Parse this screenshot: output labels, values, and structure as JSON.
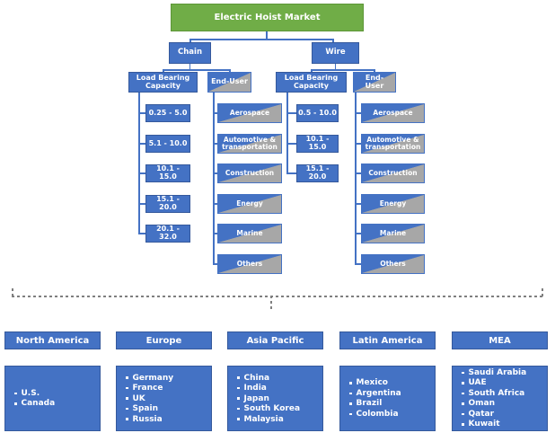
{
  "title": "Electric Hoist Market",
  "colors": {
    "root_green": "#70AD47",
    "node_blue": "#4472C4",
    "node_gray": "#A7A7A7",
    "connector_blue": "#4472C4",
    "dashed_gray": "#7F7F7F",
    "text_white": "#FFFFFF"
  },
  "chain": {
    "label": "Chain",
    "load_bearing": {
      "label": "Load Bearing Capacity",
      "items": [
        "0.25 - 5.0",
        "5.1 - 10.0",
        "10.1 - 15.0",
        "15.1 - 20.0",
        "20.1 - 32.0"
      ]
    },
    "end_user": {
      "label": "End-User",
      "items": [
        "Aerospace",
        "Automotive & transportation",
        "Construction",
        "Energy",
        "Marine",
        "Others"
      ]
    }
  },
  "wire": {
    "label": "Wire",
    "load_bearing": {
      "label": "Load Bearing Capacity",
      "items": [
        "0.5 - 10.0",
        "10.1 - 15.0",
        "15.1 - 20.0"
      ]
    },
    "end_user": {
      "label": "End-User",
      "items": [
        "Aerospace",
        "Automotive & transportation",
        "Construction",
        "Energy",
        "Marine",
        "Others"
      ]
    }
  },
  "regions": [
    {
      "label": "North America",
      "countries": [
        "U.S.",
        "Canada"
      ]
    },
    {
      "label": "Europe",
      "countries": [
        "Germany",
        "France",
        "UK",
        "Spain",
        "Russia"
      ]
    },
    {
      "label": "Asia Pacific",
      "countries": [
        "China",
        "India",
        "Japan",
        "South Korea",
        "Malaysia"
      ]
    },
    {
      "label": "Latin America",
      "countries": [
        "Mexico",
        "Argentina",
        "Brazil",
        "Colombia"
      ]
    },
    {
      "label": "MEA",
      "countries": [
        "Saudi Arabia",
        "UAE",
        "South Africa",
        "Oman",
        "Qatar",
        "Kuwait"
      ]
    }
  ]
}
